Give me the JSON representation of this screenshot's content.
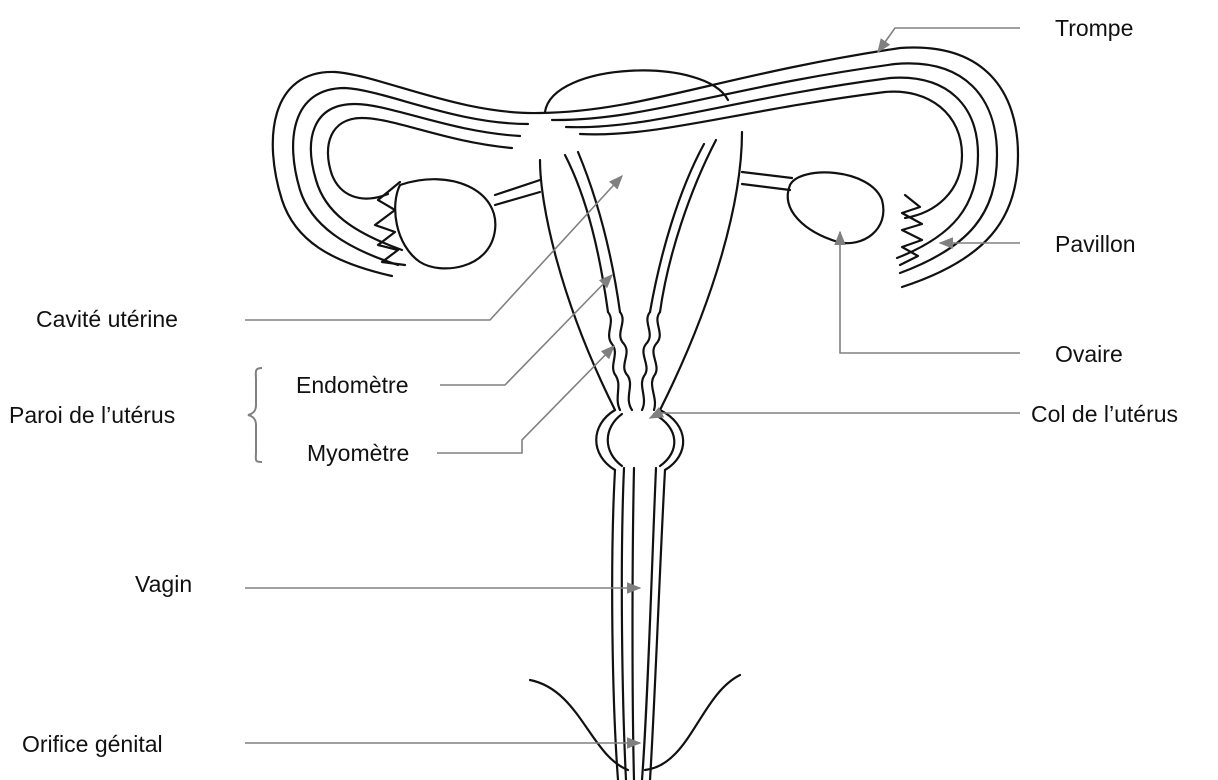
{
  "labels": {
    "trompe": "Trompe",
    "pavillon": "Pavillon",
    "ovaire": "Ovaire",
    "col": "Col de l’utérus",
    "cavite": "Cavité utérine",
    "paroi": "Paroi de l’utérus",
    "endometre": "Endomètre",
    "myometre": "Myomètre",
    "vagin": "Vagin",
    "orifice": "Orifice génital"
  },
  "colors": {
    "leader": "#808080",
    "outline": "#111111"
  }
}
